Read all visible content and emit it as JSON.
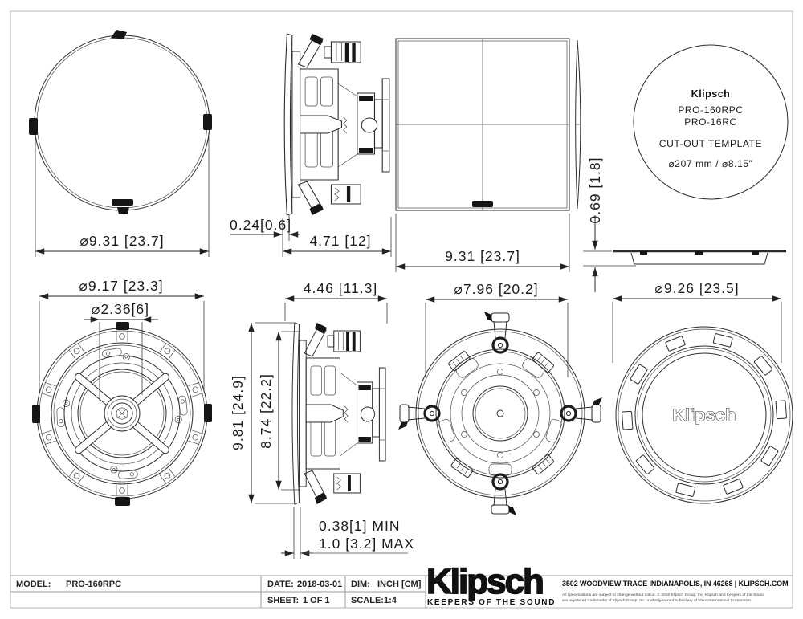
{
  "colors": {
    "line": "#2b2b2b",
    "background": "#ffffff",
    "sheet_border": "#c2c2c2"
  },
  "views": {
    "top_grille": {
      "dim_diameter": "⌀9.31 [23.7]"
    },
    "side_top": {
      "dim_flange": "0.24[0.6]",
      "dim_depth": "4.71 [12]"
    },
    "square_grille": {
      "dim_width": "9.31 [23.7]"
    },
    "grille_profile": {
      "dim_height": "0.69 [1.8]"
    },
    "cutout_template": {
      "logo": "Klipsch",
      "model_line1": "PRO-160RPC",
      "model_line2": "PRO-16RC",
      "title": "CUT-OUT TEMPLATE",
      "diameter": "⌀207 mm / ⌀8.15\""
    },
    "front": {
      "dim_diameter": "⌀9.17 [23.3]",
      "dim_center": "⌀2.36[6]"
    },
    "side_front": {
      "dim_depth": "4.46 [11.3]",
      "dim_height_outer": "9.81 [24.9]",
      "dim_height_inner": "8.74 [22.2]",
      "dim_ceiling_min": "0.38[1] MIN",
      "dim_ceiling_max": "1.0 [3.2] MAX"
    },
    "rear": {
      "dim_diameter": "⌀7.96 [20.2]"
    },
    "round_grille_back": {
      "dim_diameter": "⌀9.26 [23.5]",
      "logo": "Klipsch"
    }
  },
  "title_block": {
    "model_label": "MODEL:",
    "model_value": "PRO-160RPC",
    "date_label": "DATE:",
    "date_value": "2018-03-01",
    "dim_label": "DIM:",
    "dim_value": "INCH [CM]",
    "sheet_label": "SHEET:",
    "sheet_value": "1 OF 1",
    "scale_label": "SCALE:",
    "scale_value": "1:4"
  },
  "brand": {
    "logo": "Klipsch",
    "tagline": "KEEPERS OF THE SOUND",
    "address": "3502 WOODVIEW TRACE INDIANAPOLIS, IN 46268 | KLIPSCH.COM",
    "legal_line1": "All specifications are subject to change without notice. © 2016 Klipsch Group, Inc. Klipsch and Keepers of the Sound",
    "legal_line2": "are registered trademarks of Klipsch Group, Inc. a wholly-owned subsidiary of Voxx International Corporation."
  }
}
